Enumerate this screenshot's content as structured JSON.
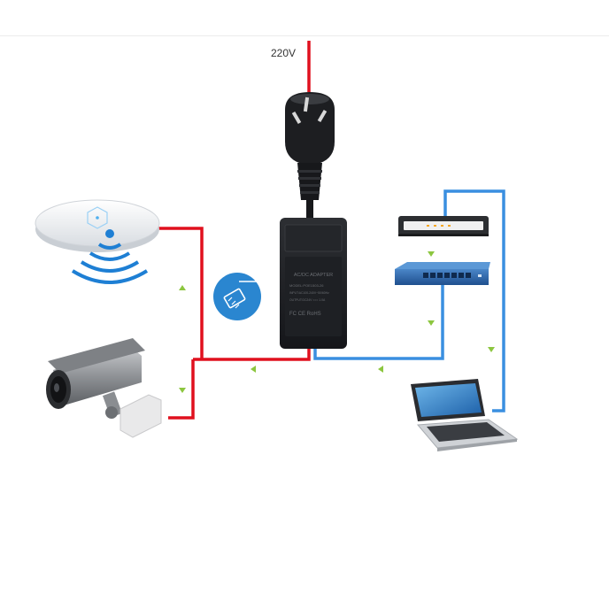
{
  "supply": {
    "voltage_label": "220V"
  },
  "adapter": {
    "label_title": "AC/DC ADAPTER",
    "label_model": "MODEL:POE1503-26",
    "label_input": "INPUT:AC100-240V~50/60Hz",
    "label_output": "OUTPUT:DC24V === 1.0A",
    "marks": "FC  CE  RoHS"
  },
  "colors": {
    "power_line": "#e0101e",
    "data_line": "#3a8fe0",
    "arrow": "#8cc63f",
    "ethernet_badge": "#2a86d0"
  },
  "icons": {
    "plug": "power-plug-icon",
    "adapter": "poe-adapter-icon",
    "access_point": "wireless-access-point-icon",
    "camera": "ip-camera-icon",
    "router": "router-icon",
    "switch": "network-switch-icon",
    "laptop": "laptop-icon",
    "ethernet": "ethernet-connector-icon"
  }
}
